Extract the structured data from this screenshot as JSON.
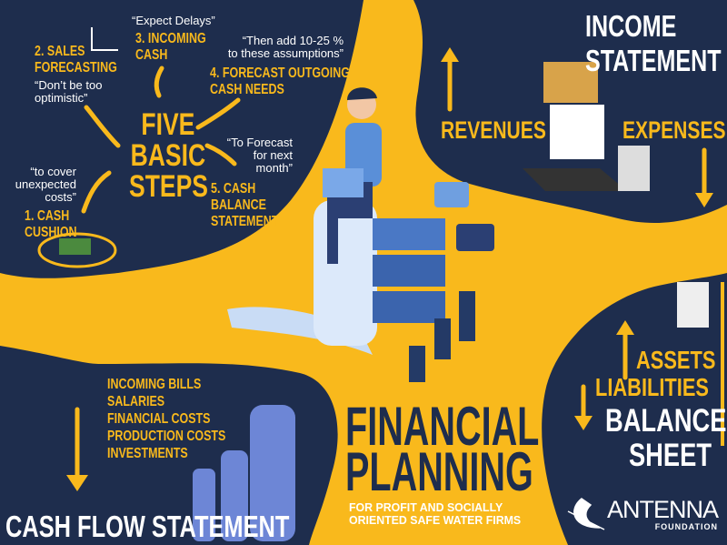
{
  "colors": {
    "navy": "#1e2d4d",
    "yellow": "#f9b91c",
    "white": "#ffffff"
  },
  "five_steps": {
    "title_lines": [
      "FIVE",
      "BASIC",
      "STEPS"
    ],
    "steps": [
      {
        "label_lines": [
          "1. CASH",
          "CUSHION"
        ],
        "quote_lines": [
          "“to cover",
          "unexpected",
          "costs”"
        ]
      },
      {
        "label_lines": [
          "2. SALES",
          "FORECASTING"
        ],
        "quote_lines": [
          "“Don’t be too",
          "optimistic”"
        ]
      },
      {
        "label_lines": [
          "3. INCOMING",
          "CASH"
        ],
        "quote_lines": [
          "“Expect Delays”"
        ]
      },
      {
        "label_lines": [
          "4. FORECAST OUTGOING",
          "CASH NEEDS"
        ],
        "quote_lines": [
          "“Then add 10-25 %",
          "to these assumptions”"
        ]
      },
      {
        "label_lines": [
          "5. CASH",
          "BALANCE",
          "STATEMENT"
        ],
        "quote_lines": [
          "“To Forecast",
          "for next",
          "month”"
        ]
      }
    ]
  },
  "income_statement": {
    "title_lines": [
      "INCOME",
      "STATEMENT"
    ],
    "revenues": "REVENUES",
    "expenses": "EXPENSES"
  },
  "balance_sheet": {
    "assets": "ASSETS",
    "liabilities": "LIABILITIES",
    "title_lines": [
      "BALANCE",
      "SHEET"
    ]
  },
  "cash_flow": {
    "items": [
      "INCOMING BILLS",
      "SALARIES",
      "FINANCIAL COSTS",
      "PRODUCTION COSTS",
      "INVESTMENTS"
    ],
    "title": "CASH FLOW STATEMENT"
  },
  "main_title": {
    "lines": [
      "FINANCIAL",
      "PLANNING"
    ],
    "subtitle_lines": [
      "FOR PROFIT AND SOCIALLY",
      "ORIENTED SAFE WATER FIRMS"
    ]
  },
  "logo": {
    "name": "ANTENNA",
    "sub": "FOUNDATION"
  }
}
